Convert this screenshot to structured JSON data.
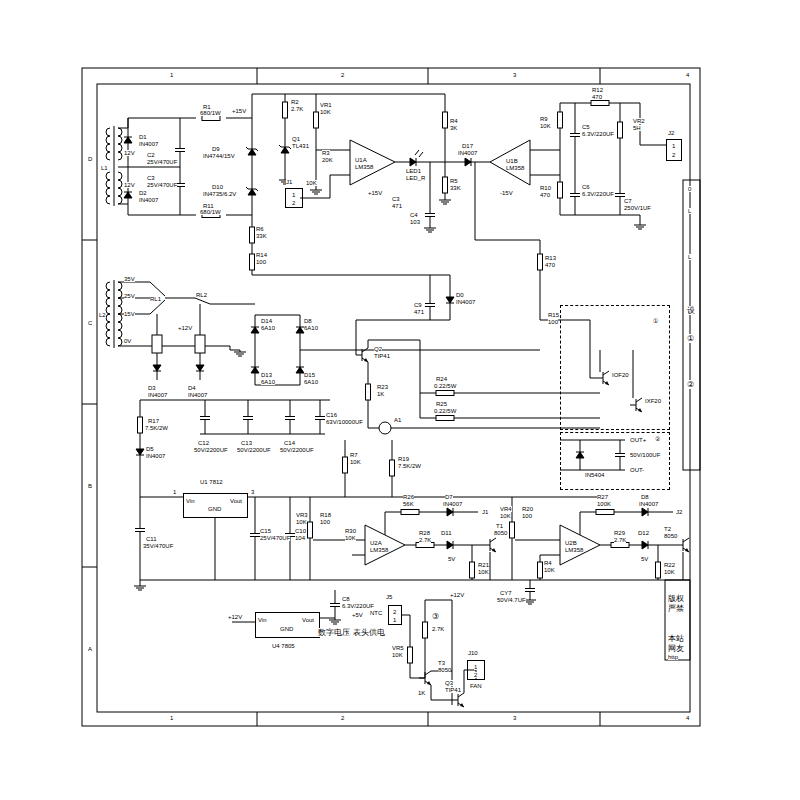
{
  "diagram": {
    "nodes": [
      {
        "text": [
          "1",
          "2"
        ]
      },
      {
        "text": [
          "1",
          "2"
        ]
      },
      {
        "text": [
          "①"
        ]
      },
      {
        "text": [
          "②"
        ]
      },
      {
        "text": [
          "U1 7812",
          "Vin",
          "GND",
          "Vout"
        ]
      },
      {
        "text": [
          "U4 7805",
          "Vin",
          "GND",
          "Vout"
        ]
      },
      {
        "text": [
          "2",
          "1"
        ]
      },
      {
        "text": [
          "1",
          "2"
        ]
      }
    ],
    "labels": [
      "1",
      "2",
      "3",
      "4",
      "1",
      "2",
      "3",
      "4",
      "D",
      "C",
      "B",
      "A",
      "L1",
      "12V",
      "12V",
      "D1",
      "IN4007",
      "C2",
      "25V/470UF",
      "C3",
      "25V/470UF",
      "D2",
      "IN4007",
      "R1",
      "680/1W",
      "+15V",
      "R2",
      "2.7K",
      "VR1",
      "10K",
      "Q1",
      "TL431",
      "D9",
      "IN4744/15V",
      "D10",
      "IN4735/6.2V",
      "R11",
      "680/1W",
      "R3",
      "20K",
      "J1",
      "10K",
      "R6",
      "33K",
      "R14",
      "100",
      "U1A",
      "LM358",
      "+15V",
      "C3",
      "471",
      "LED1",
      "LED_R",
      "R4",
      "3K",
      "R5",
      "33K",
      "C4",
      "103",
      "D17",
      "IN4007",
      "U1B",
      "LM358",
      "-15V",
      "R9",
      "10K",
      "R10",
      "470",
      "R12",
      "470",
      "C5",
      "6.3V/220UF",
      "VR2",
      "5H",
      "C6",
      "6.3V/220UF",
      "C7",
      "250V/1UF",
      "J2",
      "R13",
      "470",
      "C9",
      "471",
      "D0",
      "IN4007",
      "L2",
      "35V",
      "25V",
      "15V",
      "0V",
      "RL1",
      "RL2",
      "+12V",
      "D3",
      "IN4007",
      "D4",
      "IN4007",
      "D14",
      "6A10",
      "D8",
      "6A10",
      "D13",
      "6A10",
      "D15",
      "6A10",
      "R15",
      "100",
      "Q2",
      "TIP41",
      "IOF20",
      "IXF20",
      "R24",
      "0.22/5W",
      "R25",
      "0.22/5W",
      "R23",
      "1K",
      "A1",
      "R17",
      "7.5K/2W",
      "C12",
      "50V/2200UF",
      "C13",
      "50V/2200UF",
      "C14",
      "50V/2200UF",
      "C16",
      "63V/10000UF",
      "D5",
      "IN4007",
      "R7",
      "10K",
      "R19",
      "7.5K/2W",
      "OUT+",
      "50V/100UF",
      "OUT-",
      "IN5404",
      "1",
      "3",
      "C11",
      "35V/470UF",
      "C15",
      "25V/470UF",
      "C10",
      "104",
      "R26",
      "56K",
      "D7",
      "IN4007",
      "J1",
      "VR3",
      "10K",
      "R18",
      "100",
      "R30",
      "10K",
      "U2A",
      "LM358",
      "D11",
      "5V",
      "R28",
      "2.7K",
      "T1",
      "8050",
      "R21",
      "10K",
      "R27",
      "100K",
      "D8",
      "IN4007",
      "J2",
      "VR4",
      "10K",
      "R20",
      "100",
      "R4",
      "10K",
      "U2B",
      "LM358",
      "R29",
      "2.7K",
      "D12",
      "5V",
      "T2",
      "8050",
      "R22",
      "10K",
      "CY7",
      "50V/4.7UF",
      "C8",
      "6.3V/220UF",
      "+5V",
      "+12V",
      "数字电压 表头供电",
      "J5",
      "NTC",
      "+12V",
      "③",
      "2.7K",
      "VR5",
      "10K",
      "T3",
      "8050",
      "1K",
      "Q3",
      "TIP41",
      "J10",
      "FAN",
      "版权",
      "严禁",
      "本站",
      "网友",
      "http",
      "0",
      "L",
      "L",
      "设",
      "①",
      "②"
    ]
  }
}
